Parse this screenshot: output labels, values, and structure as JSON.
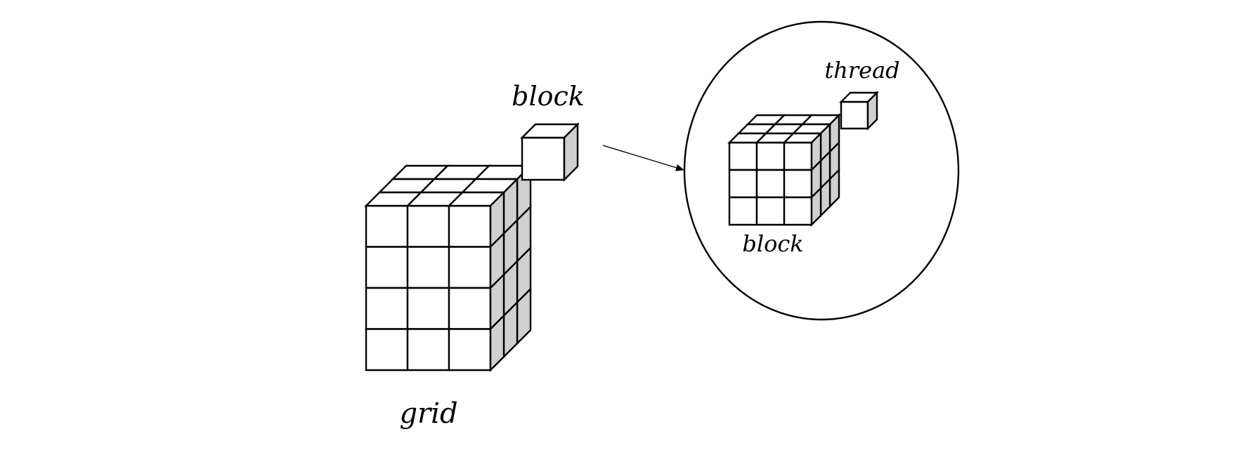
{
  "labels": {
    "grid": "grid",
    "block_left": "block",
    "block_right": "block",
    "thread": "thread"
  },
  "colors": {
    "stroke": "#000000",
    "side_fill": "#d0d0d0",
    "background": "#ffffff"
  },
  "grid": {
    "cols": 3,
    "rows": 4,
    "depth": 3
  },
  "block": {
    "cols": 3,
    "rows": 3,
    "depth": 3
  }
}
